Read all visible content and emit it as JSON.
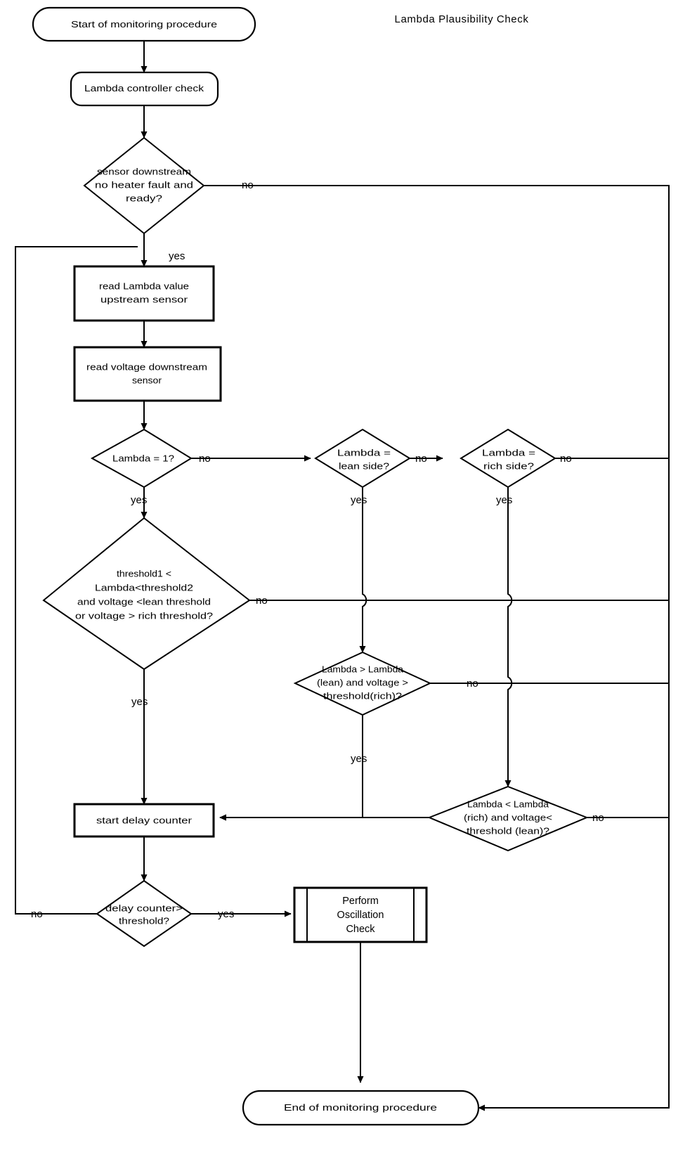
{
  "title": "Lambda Plausibility Check",
  "chart_data": {
    "type": "diagram",
    "diagram_kind": "flowchart",
    "title": "Lambda Plausibility Check",
    "nodes": [
      {
        "id": "start",
        "shape": "terminator",
        "text": [
          "Start of monitoring procedure"
        ]
      },
      {
        "id": "ctrlcheck",
        "shape": "terminator",
        "text": [
          "Lambda controller check"
        ]
      },
      {
        "id": "d_sensor",
        "shape": "decision",
        "text": [
          "sensor downstream",
          "no heater fault and",
          "ready?"
        ]
      },
      {
        "id": "read_lambda",
        "shape": "process",
        "text": [
          "read Lambda value",
          "upstream sensor"
        ]
      },
      {
        "id": "read_volt",
        "shape": "process",
        "text": [
          "read voltage downstream",
          "sensor"
        ]
      },
      {
        "id": "d_eq1",
        "shape": "decision",
        "text": [
          "Lambda = 1?"
        ]
      },
      {
        "id": "d_lean",
        "shape": "decision",
        "text": [
          "Lambda =",
          "lean side?"
        ]
      },
      {
        "id": "d_rich",
        "shape": "decision",
        "text": [
          "Lambda =",
          "rich side?"
        ]
      },
      {
        "id": "d_thresh",
        "shape": "decision",
        "text": [
          "threshold1 <",
          "Lambda<threshold2",
          "and voltage <lean threshold",
          "or voltage  > rich threshold?"
        ]
      },
      {
        "id": "d_leanchk",
        "shape": "decision",
        "text": [
          "Lambda > Lambda",
          "(lean) and voltage >",
          "threshold(rich)?"
        ]
      },
      {
        "id": "d_richchk",
        "shape": "decision",
        "text": [
          "Lambda < Lambda",
          "(rich) and voltage<",
          "threshold (lean)?"
        ]
      },
      {
        "id": "delay",
        "shape": "process",
        "text": [
          "start delay counter"
        ]
      },
      {
        "id": "d_delay",
        "shape": "decision",
        "text": [
          "delay counter>",
          "threshold?"
        ]
      },
      {
        "id": "osc",
        "shape": "predefined",
        "text": [
          "Perform",
          "Oscillation",
          "Check"
        ]
      },
      {
        "id": "end",
        "shape": "terminator",
        "text": [
          "End of monitoring procedure"
        ]
      }
    ],
    "edges": [
      {
        "from": "start",
        "to": "ctrlcheck",
        "label": ""
      },
      {
        "from": "ctrlcheck",
        "to": "d_sensor",
        "label": ""
      },
      {
        "from": "d_sensor",
        "to": "end",
        "label": "no"
      },
      {
        "from": "d_sensor",
        "to": "read_lambda",
        "label": "yes"
      },
      {
        "from": "read_lambda",
        "to": "read_volt",
        "label": ""
      },
      {
        "from": "read_volt",
        "to": "d_eq1",
        "label": ""
      },
      {
        "from": "d_eq1",
        "to": "d_lean",
        "label": "no"
      },
      {
        "from": "d_eq1",
        "to": "d_thresh",
        "label": "yes"
      },
      {
        "from": "d_lean",
        "to": "d_rich",
        "label": "no"
      },
      {
        "from": "d_lean",
        "to": "d_leanchk",
        "label": "yes"
      },
      {
        "from": "d_rich",
        "to": "end",
        "label": "no"
      },
      {
        "from": "d_rich",
        "to": "d_richchk",
        "label": "yes"
      },
      {
        "from": "d_thresh",
        "to": "end",
        "label": "no"
      },
      {
        "from": "d_thresh",
        "to": "delay",
        "label": "yes"
      },
      {
        "from": "d_leanchk",
        "to": "end",
        "label": "no"
      },
      {
        "from": "d_leanchk",
        "to": "delay",
        "label": "yes"
      },
      {
        "from": "d_richchk",
        "to": "end",
        "label": "no"
      },
      {
        "from": "d_richchk",
        "to": "delay",
        "label": ""
      },
      {
        "from": "delay",
        "to": "d_delay",
        "label": ""
      },
      {
        "from": "d_delay",
        "to": "d_sensor",
        "label": "no"
      },
      {
        "from": "d_delay",
        "to": "osc",
        "label": "yes"
      },
      {
        "from": "osc",
        "to": "end",
        "label": ""
      }
    ]
  },
  "nodes": {
    "start": {
      "l1": "Start of monitoring procedure"
    },
    "ctrlcheck": {
      "l1": "Lambda controller check"
    },
    "d_sensor": {
      "l1": "sensor downstream",
      "l2": "no heater fault and",
      "l3": "ready?"
    },
    "read_lambda": {
      "l1": "read Lambda value",
      "l2": "upstream sensor"
    },
    "read_volt": {
      "l1": "read voltage downstream",
      "l2": "sensor"
    },
    "d_eq1": {
      "l1": "Lambda = 1?"
    },
    "d_lean": {
      "l1": "Lambda =",
      "l2": "lean side?"
    },
    "d_rich": {
      "l1": "Lambda =",
      "l2": "rich side?"
    },
    "d_thresh": {
      "l1": "threshold1 <",
      "l2": "Lambda<threshold2",
      "l3": "and voltage <lean threshold",
      "l4": "or voltage  > rich threshold?"
    },
    "d_leanchk": {
      "l1": "Lambda > Lambda",
      "l2": "(lean) and voltage >",
      "l3": "threshold(rich)?"
    },
    "d_richchk": {
      "l1": "Lambda < Lambda",
      "l2": "(rich) and voltage<",
      "l3": "threshold (lean)?"
    },
    "delay": {
      "l1": "start delay counter"
    },
    "d_delay": {
      "l1": "delay counter>",
      "l2": "threshold?"
    },
    "osc": {
      "l1": "Perform",
      "l2": "Oscillation",
      "l3": "Check"
    },
    "end": {
      "l1": "End of monitoring procedure"
    }
  },
  "labels": {
    "no_sensor": "no",
    "yes_sensor": "yes",
    "no_eq1": "no",
    "yes_eq1": "yes",
    "no_lean": "no",
    "yes_lean": "yes",
    "no_rich": "no",
    "yes_rich": "yes",
    "no_thresh": "no",
    "yes_thresh": "yes",
    "no_leanchk": "no",
    "yes_leanchk": "yes",
    "no_richchk": "no",
    "no_delay": "no",
    "yes_delay": "yes"
  },
  "colors": {
    "stroke": "#000000",
    "fill": "#ffffff",
    "background": "#ffffff"
  }
}
